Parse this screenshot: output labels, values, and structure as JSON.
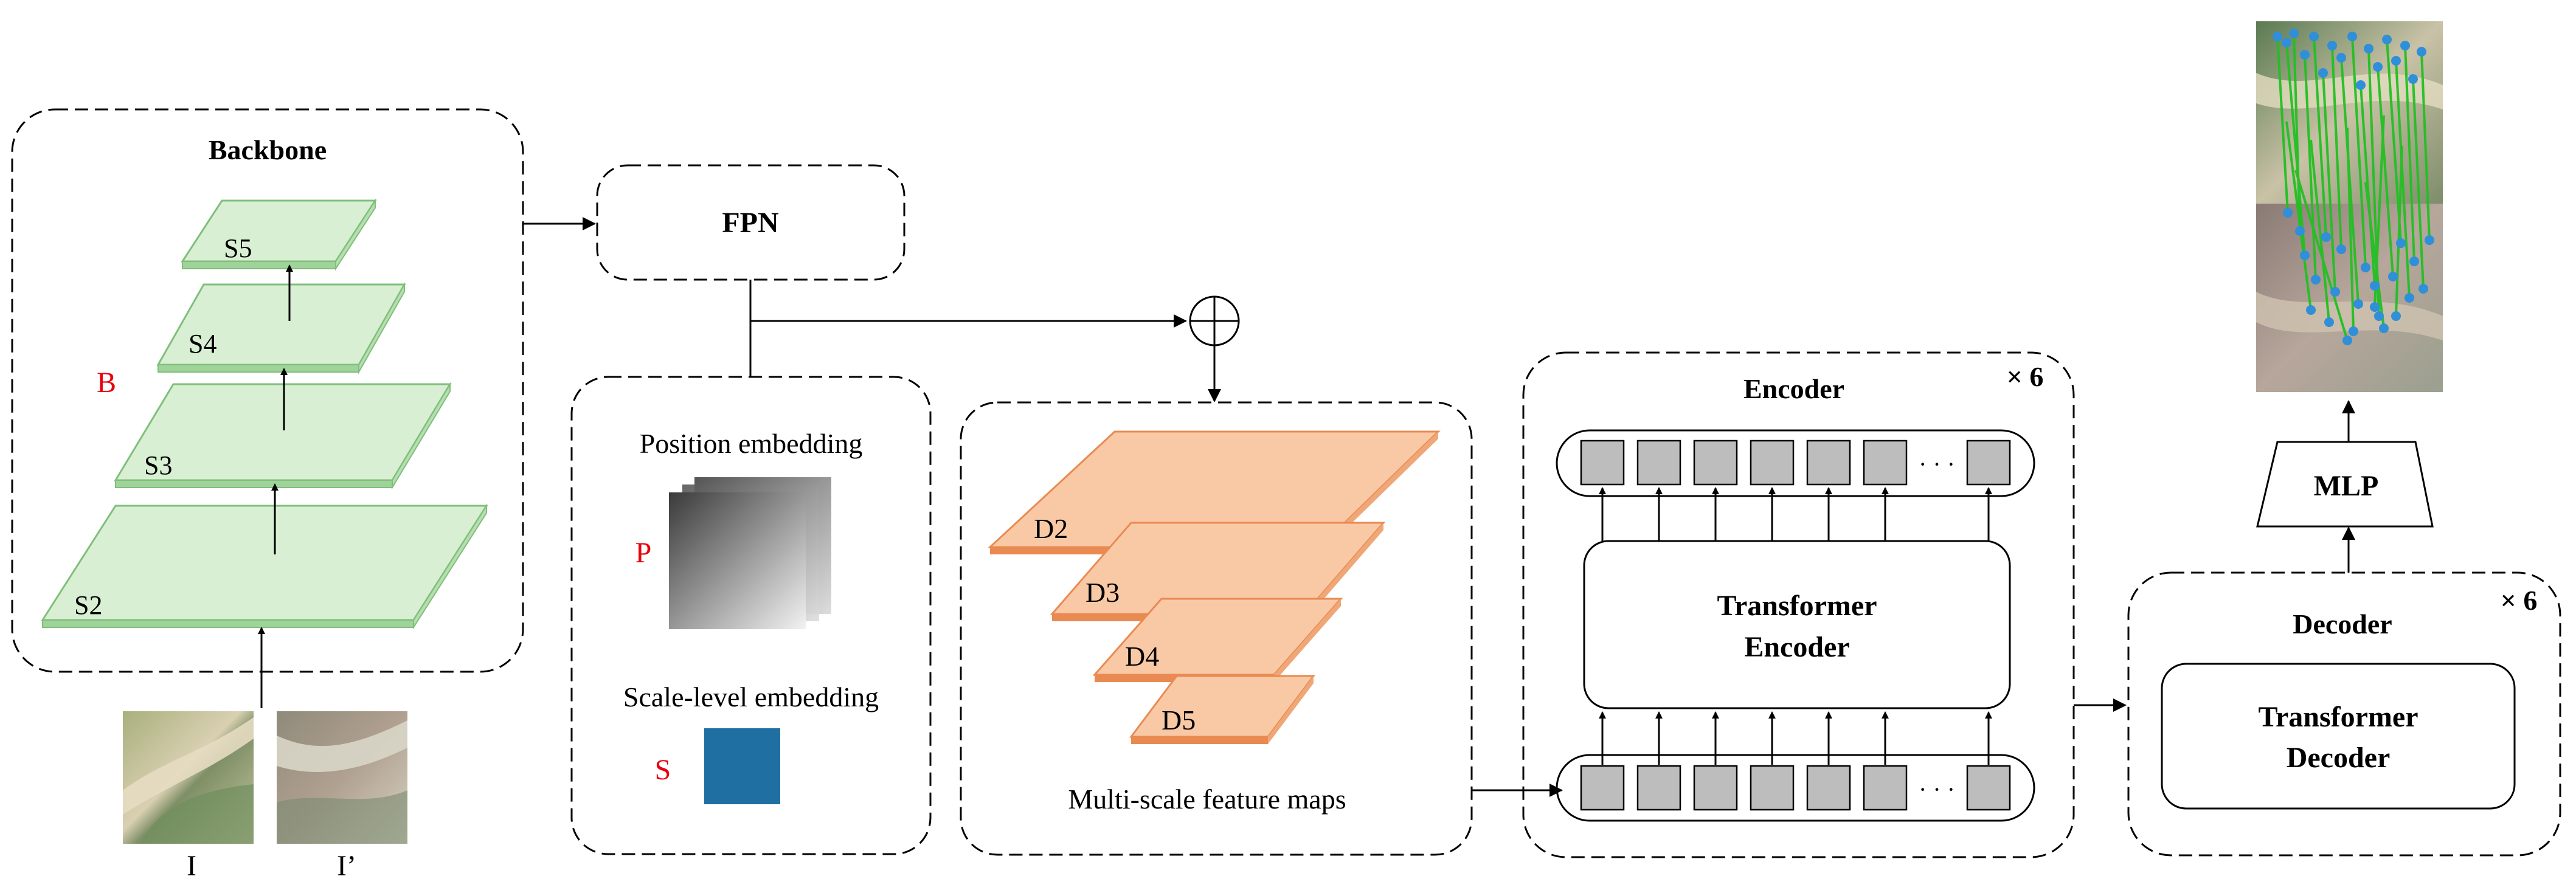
{
  "backbone": {
    "title": "Backbone",
    "side_label": "B",
    "stages": [
      "S5",
      "S4",
      "S3",
      "S2"
    ],
    "inputs": [
      "I",
      "I’"
    ]
  },
  "fpn": {
    "title": "FPN"
  },
  "embedding": {
    "position_title": "Position embedding",
    "position_symbol": "P",
    "scale_title": "Scale-level embedding",
    "scale_symbol": "S"
  },
  "features": {
    "maps": [
      "D2",
      "D3",
      "D4",
      "D5"
    ],
    "caption": "Multi-scale feature maps"
  },
  "encoder": {
    "title": "Encoder",
    "repeat": "× 6",
    "block_line1": "Transformer",
    "block_line2": "Encoder",
    "ellipsis": "· · ·"
  },
  "decoder": {
    "title": "Decoder",
    "repeat": "× 6",
    "block_line1": "Transformer",
    "block_line2": "Decoder"
  },
  "mlp": {
    "label": "MLP"
  },
  "colors": {
    "layer_green_top": "#d9efd3",
    "layer_green_side": "#9fd39a",
    "map_orange_top": "#f9c9a6",
    "map_orange_side": "#e98a52",
    "scale_blue": "#1f6fa3",
    "token_gray": "#bdbdbd",
    "match_green": "#22c022",
    "match_point": "#2f8fd8"
  }
}
